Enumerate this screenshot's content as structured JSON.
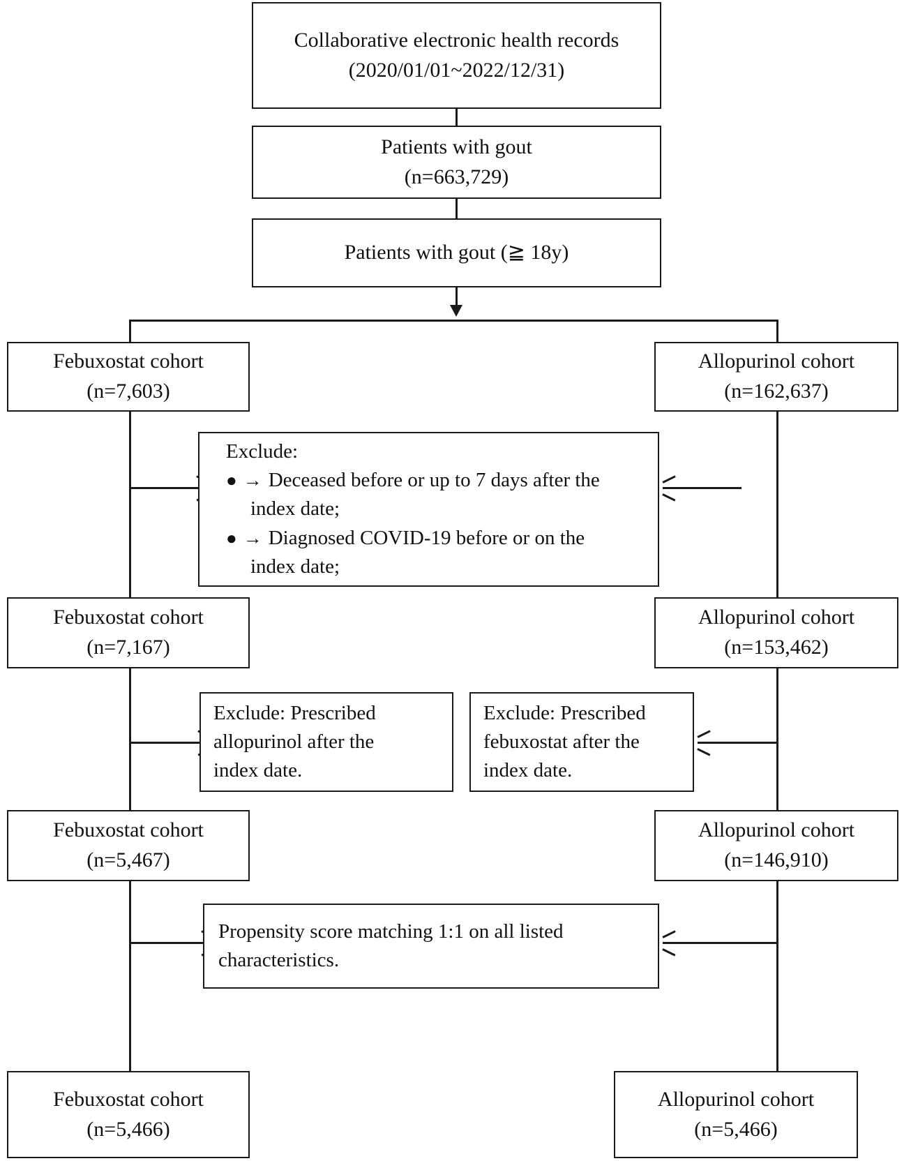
{
  "figure": {
    "type": "flowchart",
    "title": "Study cohort selection flow diagram",
    "orientation": "top-down"
  },
  "nodes": {
    "source": {
      "line1": "Collaborative electronic health records",
      "line2": "(2020/01/01~2022/12/31)"
    },
    "gout_all": {
      "line1": "Patients with gout",
      "line2": "(n=663,729)"
    },
    "gout_adult": {
      "line1": "Patients with gout (≧ 18y)"
    },
    "feb_1": {
      "line1": "Febuxostat cohort",
      "line2": "(n=7,603)"
    },
    "allo_1": {
      "line1": "Allopurinol cohort",
      "line2": "(n=162,637)"
    },
    "exclude_shared": {
      "heading": "Exclude:",
      "bullet_glyph": "●",
      "arrow_glyph": "→",
      "items": [
        {
          "line1": "Deceased before or up to 7 days after the",
          "line2": "index date;"
        },
        {
          "line1": "Diagnosed COVID-19 before or on the",
          "line2": "index date;"
        }
      ]
    },
    "feb_2": {
      "line1": "Febuxostat cohort",
      "line2": "(n=7,167)"
    },
    "allo_2": {
      "line1": "Allopurinol cohort",
      "line2": "(n=153,462)"
    },
    "exclude_left": {
      "line1": "Exclude: Prescribed",
      "line2": "allopurinol after the",
      "line3": "index date."
    },
    "exclude_right": {
      "line1": "Exclude: Prescribed",
      "line2": "febuxostat after the",
      "line3": "index date."
    },
    "feb_3": {
      "line1": "Febuxostat cohort",
      "line2": "(n=5,467)"
    },
    "allo_3": {
      "line1": "Allopurinol cohort",
      "line2": "(n=146,910)"
    },
    "psm": {
      "line1": "Propensity score matching 1:1 on all listed",
      "line2": "characteristics."
    },
    "feb_4": {
      "line1": "Febuxostat cohort",
      "line2": "(n=5,466)"
    },
    "allo_4": {
      "line1": "Allopurinol cohort",
      "line2": "(n=5,466)"
    }
  },
  "style": {
    "stroke": "#1a1a1a",
    "background": "#ffffff",
    "text": "#111111"
  }
}
